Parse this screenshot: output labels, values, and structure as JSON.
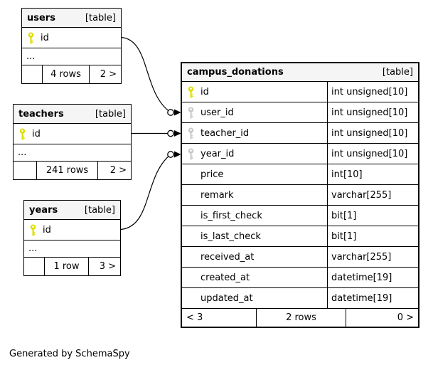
{
  "generated_note": "Generated by SchemaSpy",
  "colors": {
    "header_bg": "#f5f5f5",
    "border": "#000000",
    "primary_key_icon": "#dede00",
    "foreign_key_icon": "#c9c9c9",
    "background": "#ffffff"
  },
  "icons": {
    "primary_key": "yellow-key-icon",
    "foreign_key": "gray-key-icon"
  },
  "tables": {
    "users": {
      "name": "users",
      "tag": "[table]",
      "columns": [
        {
          "name": "id",
          "key": "primary"
        }
      ],
      "ellipsis": "...",
      "footer": {
        "parents": "",
        "rows": "4 rows",
        "children": "2 >"
      }
    },
    "teachers": {
      "name": "teachers",
      "tag": "[table]",
      "columns": [
        {
          "name": "id",
          "key": "primary"
        }
      ],
      "ellipsis": "...",
      "footer": {
        "parents": "",
        "rows": "241 rows",
        "children": "2 >"
      }
    },
    "years": {
      "name": "years",
      "tag": "[table]",
      "columns": [
        {
          "name": "id",
          "key": "primary"
        }
      ],
      "ellipsis": "...",
      "footer": {
        "parents": "",
        "rows": "1 row",
        "children": "3 >"
      }
    },
    "campus_donations": {
      "name": "campus_donations",
      "tag": "[table]",
      "columns": [
        {
          "name": "id",
          "type": "int unsigned[10]",
          "key": "primary"
        },
        {
          "name": "user_id",
          "type": "int unsigned[10]",
          "key": "foreign"
        },
        {
          "name": "teacher_id",
          "type": "int unsigned[10]",
          "key": "foreign"
        },
        {
          "name": "year_id",
          "type": "int unsigned[10]",
          "key": "foreign"
        },
        {
          "name": "price",
          "type": "int[10]",
          "key": ""
        },
        {
          "name": "remark",
          "type": "varchar[255]",
          "key": ""
        },
        {
          "name": "is_first_check",
          "type": "bit[1]",
          "key": ""
        },
        {
          "name": "is_last_check",
          "type": "bit[1]",
          "key": ""
        },
        {
          "name": "received_at",
          "type": "varchar[255]",
          "key": ""
        },
        {
          "name": "created_at",
          "type": "datetime[19]",
          "key": ""
        },
        {
          "name": "updated_at",
          "type": "datetime[19]",
          "key": ""
        }
      ],
      "footer": {
        "parents": "< 3",
        "rows": "2 rows",
        "children": "0 >"
      }
    }
  },
  "relationships": [
    {
      "from": "users.id",
      "to": "campus_donations.user_id"
    },
    {
      "from": "teachers.id",
      "to": "campus_donations.teacher_id"
    },
    {
      "from": "years.id",
      "to": "campus_donations.year_id"
    }
  ]
}
